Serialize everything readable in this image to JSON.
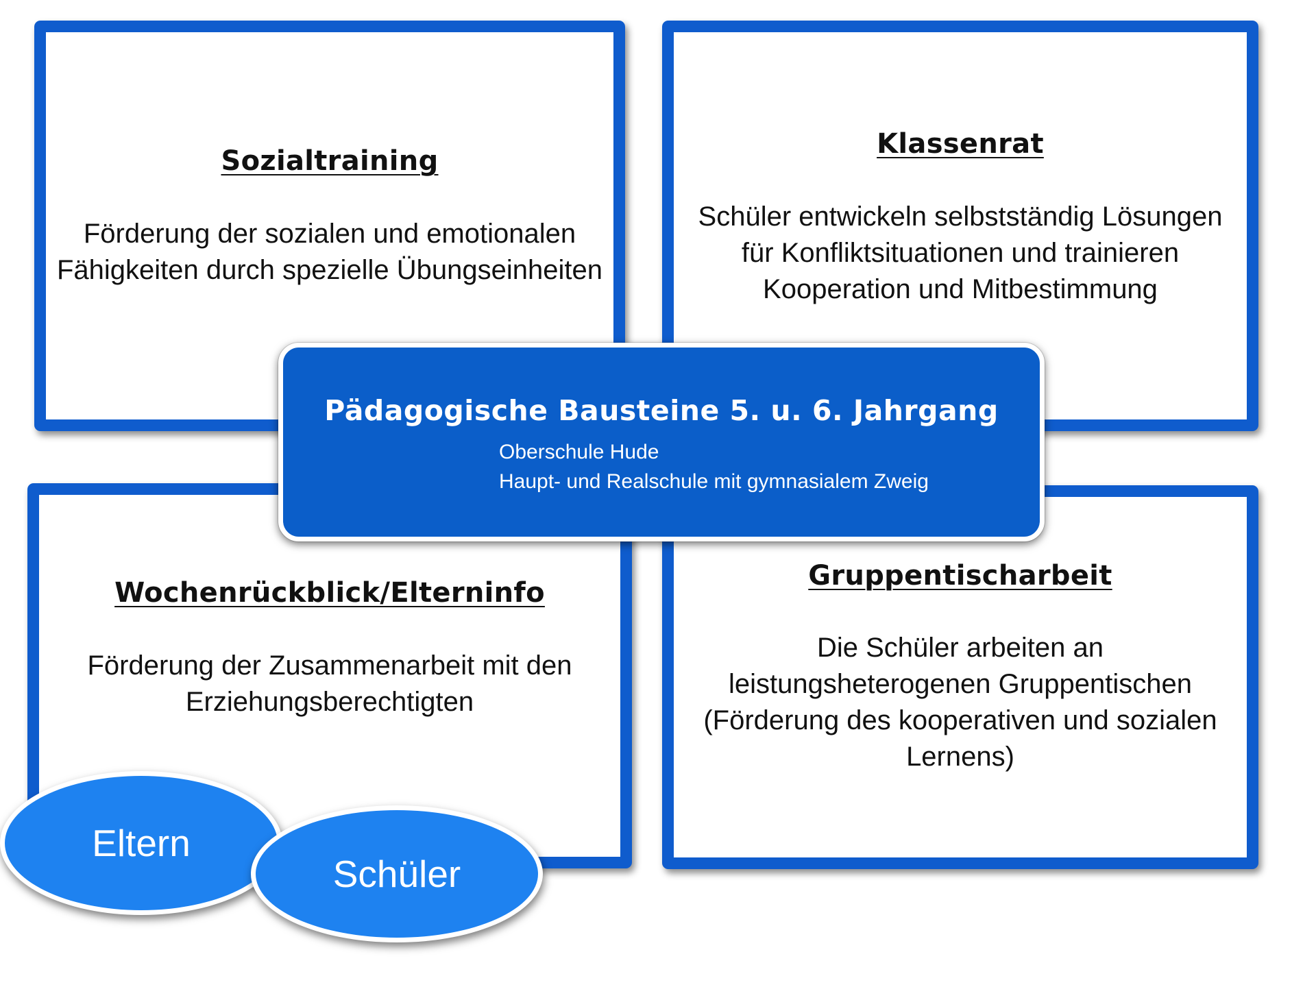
{
  "cards": {
    "sozialtraining": {
      "title": "Sozialtraining",
      "text": "Förderung der sozialen und emotionalen\nFähigkeiten durch spezielle Übungseinheiten"
    },
    "klassenrat": {
      "title": "Klassenrat",
      "text": "Schüler entwickeln selbstständig Lösungen\nfür Konfliktsituationen und trainieren\nKooperation und Mitbestimmung"
    },
    "wochenrueckblick": {
      "title": "Wochenrückblick/Elterninfo",
      "text": "Förderung der Zusammenarbeit mit den\nErziehungsberechtigten"
    },
    "gruppentischarbeit": {
      "title": "Gruppentischarbeit",
      "text": "Die Schüler arbeiten an\nleistungsheterogenen Gruppentischen\n(Förderung des kooperativen und sozialen\nLernens)"
    }
  },
  "center": {
    "title": "Pädagogische Bausteine 5. u. 6. Jahrgang",
    "subtitle_line1": "Oberschule Hude",
    "subtitle_line2": "Haupt- und Realschule mit gymnasialem Zweig"
  },
  "ellipses": {
    "eltern": "Eltern",
    "schueler": "Schüler"
  },
  "colors": {
    "card_border": "#0f5ccd",
    "center_fill": "#0b5ec9",
    "ellipse_fill": "#1e82f0"
  }
}
